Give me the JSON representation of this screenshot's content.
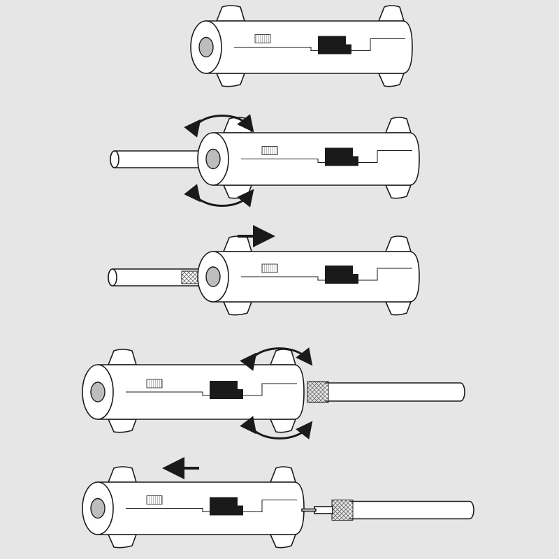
{
  "colors": {
    "background": "#e6e6e6",
    "body": "#ffffff",
    "outline": "#1a1a1a",
    "tab": "#1a1a1a",
    "hole": "#bdbdbd"
  },
  "steps": [
    {
      "name": "tool-idle",
      "cable": "none",
      "arrows": []
    },
    {
      "name": "insert-cable-rotate",
      "cable": "jacket",
      "arrows": [
        "rotate-arrow-top",
        "rotate-arrow-bottom"
      ]
    },
    {
      "name": "push-in",
      "cable": "braid",
      "arrows": [
        "arrow-right-icon"
      ]
    },
    {
      "name": "rotate-strip",
      "cable": "braid-exposed",
      "arrows": [
        "rotate-arrow-top",
        "rotate-arrow-bottom"
      ]
    },
    {
      "name": "pull-out",
      "cable": "stripped",
      "arrows": [
        "arrow-left-icon"
      ]
    }
  ]
}
